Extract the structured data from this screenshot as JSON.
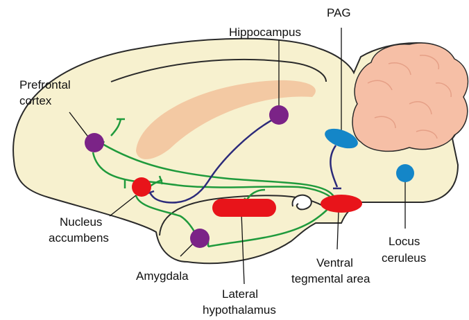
{
  "colors": {
    "brain_fill": "#f7f1cf",
    "brain_outline": "#2a2a2a",
    "cerebellum_fill": "#f6bfa6",
    "corpus_callosum_fill": "#f3c9a3",
    "green_pathway": "#1f9a3c",
    "blue_pathway": "#2b2a7a",
    "purple_node": "#7b2387",
    "red_node": "#e8141a",
    "cyan_node": "#1486c8"
  },
  "labels": {
    "prefrontal_cortex_1": "Prefrontal",
    "prefrontal_cortex_2": "cortex",
    "hippocampus": "Hippocampus",
    "pag": "PAG",
    "nucleus_accumbens_1": "Nucleus",
    "nucleus_accumbens_2": "accumbens",
    "amygdala": "Amygdala",
    "lateral_hypothalamus_1": "Lateral",
    "lateral_hypothalamus_2": "hypothalamus",
    "vta_1": "Ventral",
    "vta_2": "tegmental area",
    "locus_ceruleus_1": "Locus",
    "locus_ceruleus_2": "ceruleus"
  }
}
